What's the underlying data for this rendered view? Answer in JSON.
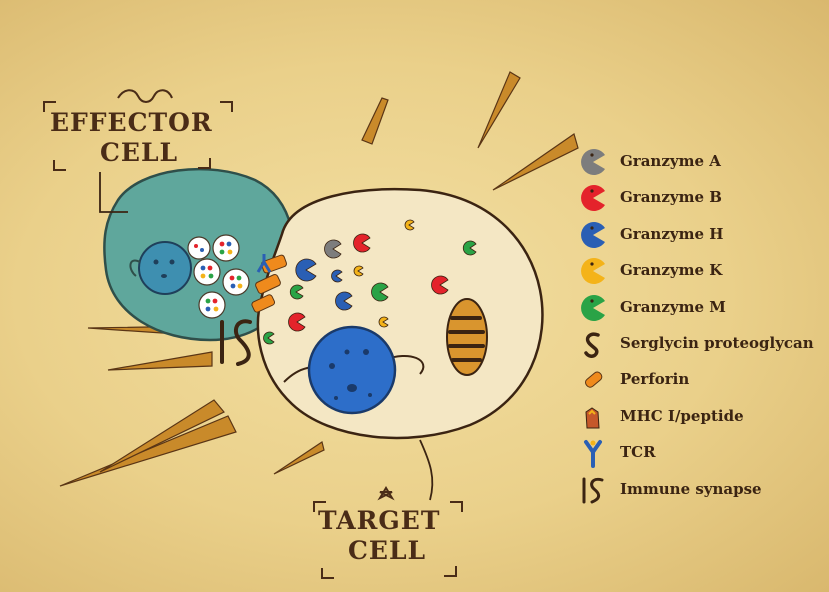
{
  "titles": {
    "effector_line1": "EFFECTOR",
    "effector_line2": "CELL",
    "target_line1": "TARGET",
    "target_line2": "CELL"
  },
  "legend": [
    {
      "label": "Granzyme A",
      "icon": "pacman-icon",
      "color": "#7d7d7d"
    },
    {
      "label": "Granzyme B",
      "icon": "pacman-icon",
      "color": "#e4232b"
    },
    {
      "label": "Granzyme H",
      "icon": "pacman-icon",
      "color": "#2a5fb4"
    },
    {
      "label": "Granzyme K",
      "icon": "pacman-icon",
      "color": "#f4b319"
    },
    {
      "label": "Granzyme M",
      "icon": "pacman-icon",
      "color": "#2aa346"
    },
    {
      "label": "Serglycin proteoglycan",
      "icon": "s-shape-icon",
      "color": "#3b2412"
    },
    {
      "label": "Perforin",
      "icon": "perforin-icon",
      "color": "#ef8a1c"
    },
    {
      "label": "MHC I/peptide",
      "icon": "mhc-icon",
      "color": "#c5582a"
    },
    {
      "label": "TCR",
      "icon": "tcr-icon",
      "color": "#2a5fb4"
    },
    {
      "label": "Immune synapse",
      "icon": "synapse-icon",
      "color": "#3b2412"
    }
  ],
  "colors": {
    "effector_cell": "#5fa79c",
    "target_cell": "#f4e7c4",
    "nucleus": "#2d6ec9",
    "ink": "#3b2412"
  }
}
